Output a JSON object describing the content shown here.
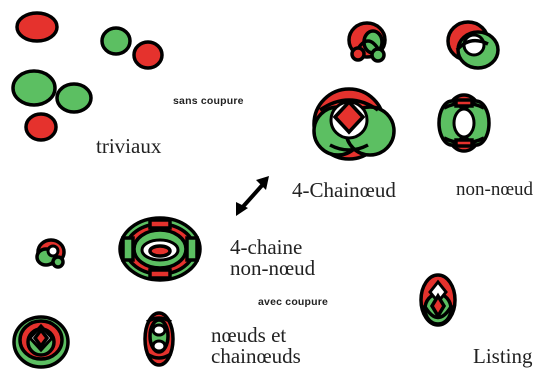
{
  "labels": {
    "triviaux": "triviaux",
    "sans_coupure": "sans coupure",
    "chainoeud_4": "4-Chainœud",
    "non_noeud": "non-nœud",
    "chaine_4_line1": "4-chaine",
    "chaine_4_line2": "non-nœud",
    "avec_coupure": "avec coupure",
    "noeuds_line1": "nœuds et",
    "noeuds_line2": "chainœuds",
    "listing": "Listing"
  },
  "colors": {
    "red": "#e5322d",
    "green": "#5cbf62",
    "outline": "#000000",
    "text": "#222222"
  }
}
